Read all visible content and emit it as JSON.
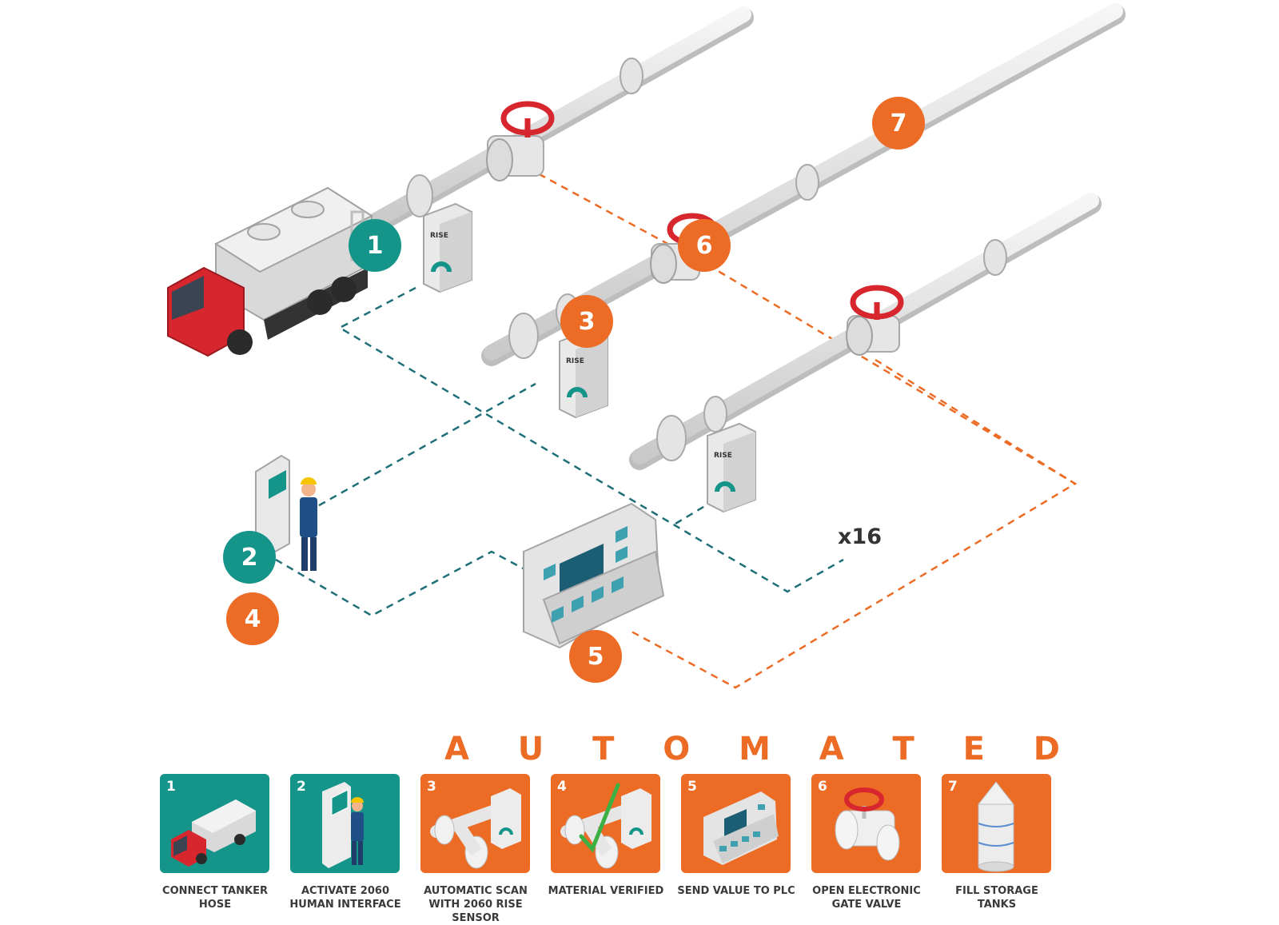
{
  "diagram": {
    "badges": [
      {
        "number": "1",
        "color": "teal"
      },
      {
        "number": "2",
        "color": "teal"
      },
      {
        "number": "3",
        "color": "orange"
      },
      {
        "number": "4",
        "color": "orange"
      },
      {
        "number": "5",
        "color": "orange"
      },
      {
        "number": "6",
        "color": "orange"
      },
      {
        "number": "7",
        "color": "orange"
      }
    ],
    "multiplier_label": "x16",
    "sensor_brand": "RISE"
  },
  "banner": {
    "letters": [
      "A",
      "U",
      "T",
      "O",
      "M",
      "A",
      "T",
      "E",
      "D"
    ]
  },
  "steps": [
    {
      "number": "1",
      "caption_line1": "CONNECT TANKER",
      "caption_line2": "HOSE",
      "caption_line3": "",
      "color": "teal",
      "icon": "tanker-truck-icon"
    },
    {
      "number": "2",
      "caption_line1": "ACTIVATE 2060",
      "caption_line2": "HUMAN INTERFACE",
      "caption_line3": "",
      "color": "teal",
      "icon": "operator-interface-icon"
    },
    {
      "number": "3",
      "caption_line1": "AUTOMATIC SCAN",
      "caption_line2": "WITH 2060 RISE",
      "caption_line3": "SENSOR",
      "color": "orange",
      "icon": "pipe-sensor-icon"
    },
    {
      "number": "4",
      "caption_line1": "MATERIAL VERIFIED",
      "caption_line2": "",
      "caption_line3": "",
      "color": "orange",
      "icon": "verified-check-icon"
    },
    {
      "number": "5",
      "caption_line1": "SEND VALUE TO PLC",
      "caption_line2": "",
      "caption_line3": "",
      "color": "orange",
      "icon": "control-console-icon"
    },
    {
      "number": "6",
      "caption_line1": "OPEN ELECTRONIC",
      "caption_line2": "GATE VALVE",
      "caption_line3": "",
      "color": "orange",
      "icon": "gate-valve-icon"
    },
    {
      "number": "7",
      "caption_line1": "FILL STORAGE",
      "caption_line2": "TANKS",
      "caption_line3": "",
      "color": "orange",
      "icon": "storage-tank-icon"
    }
  ],
  "colors": {
    "teal": "#15948a",
    "orange": "#ec6b25",
    "valve_red": "#d7262e",
    "pipe": "#e6e6e6"
  }
}
